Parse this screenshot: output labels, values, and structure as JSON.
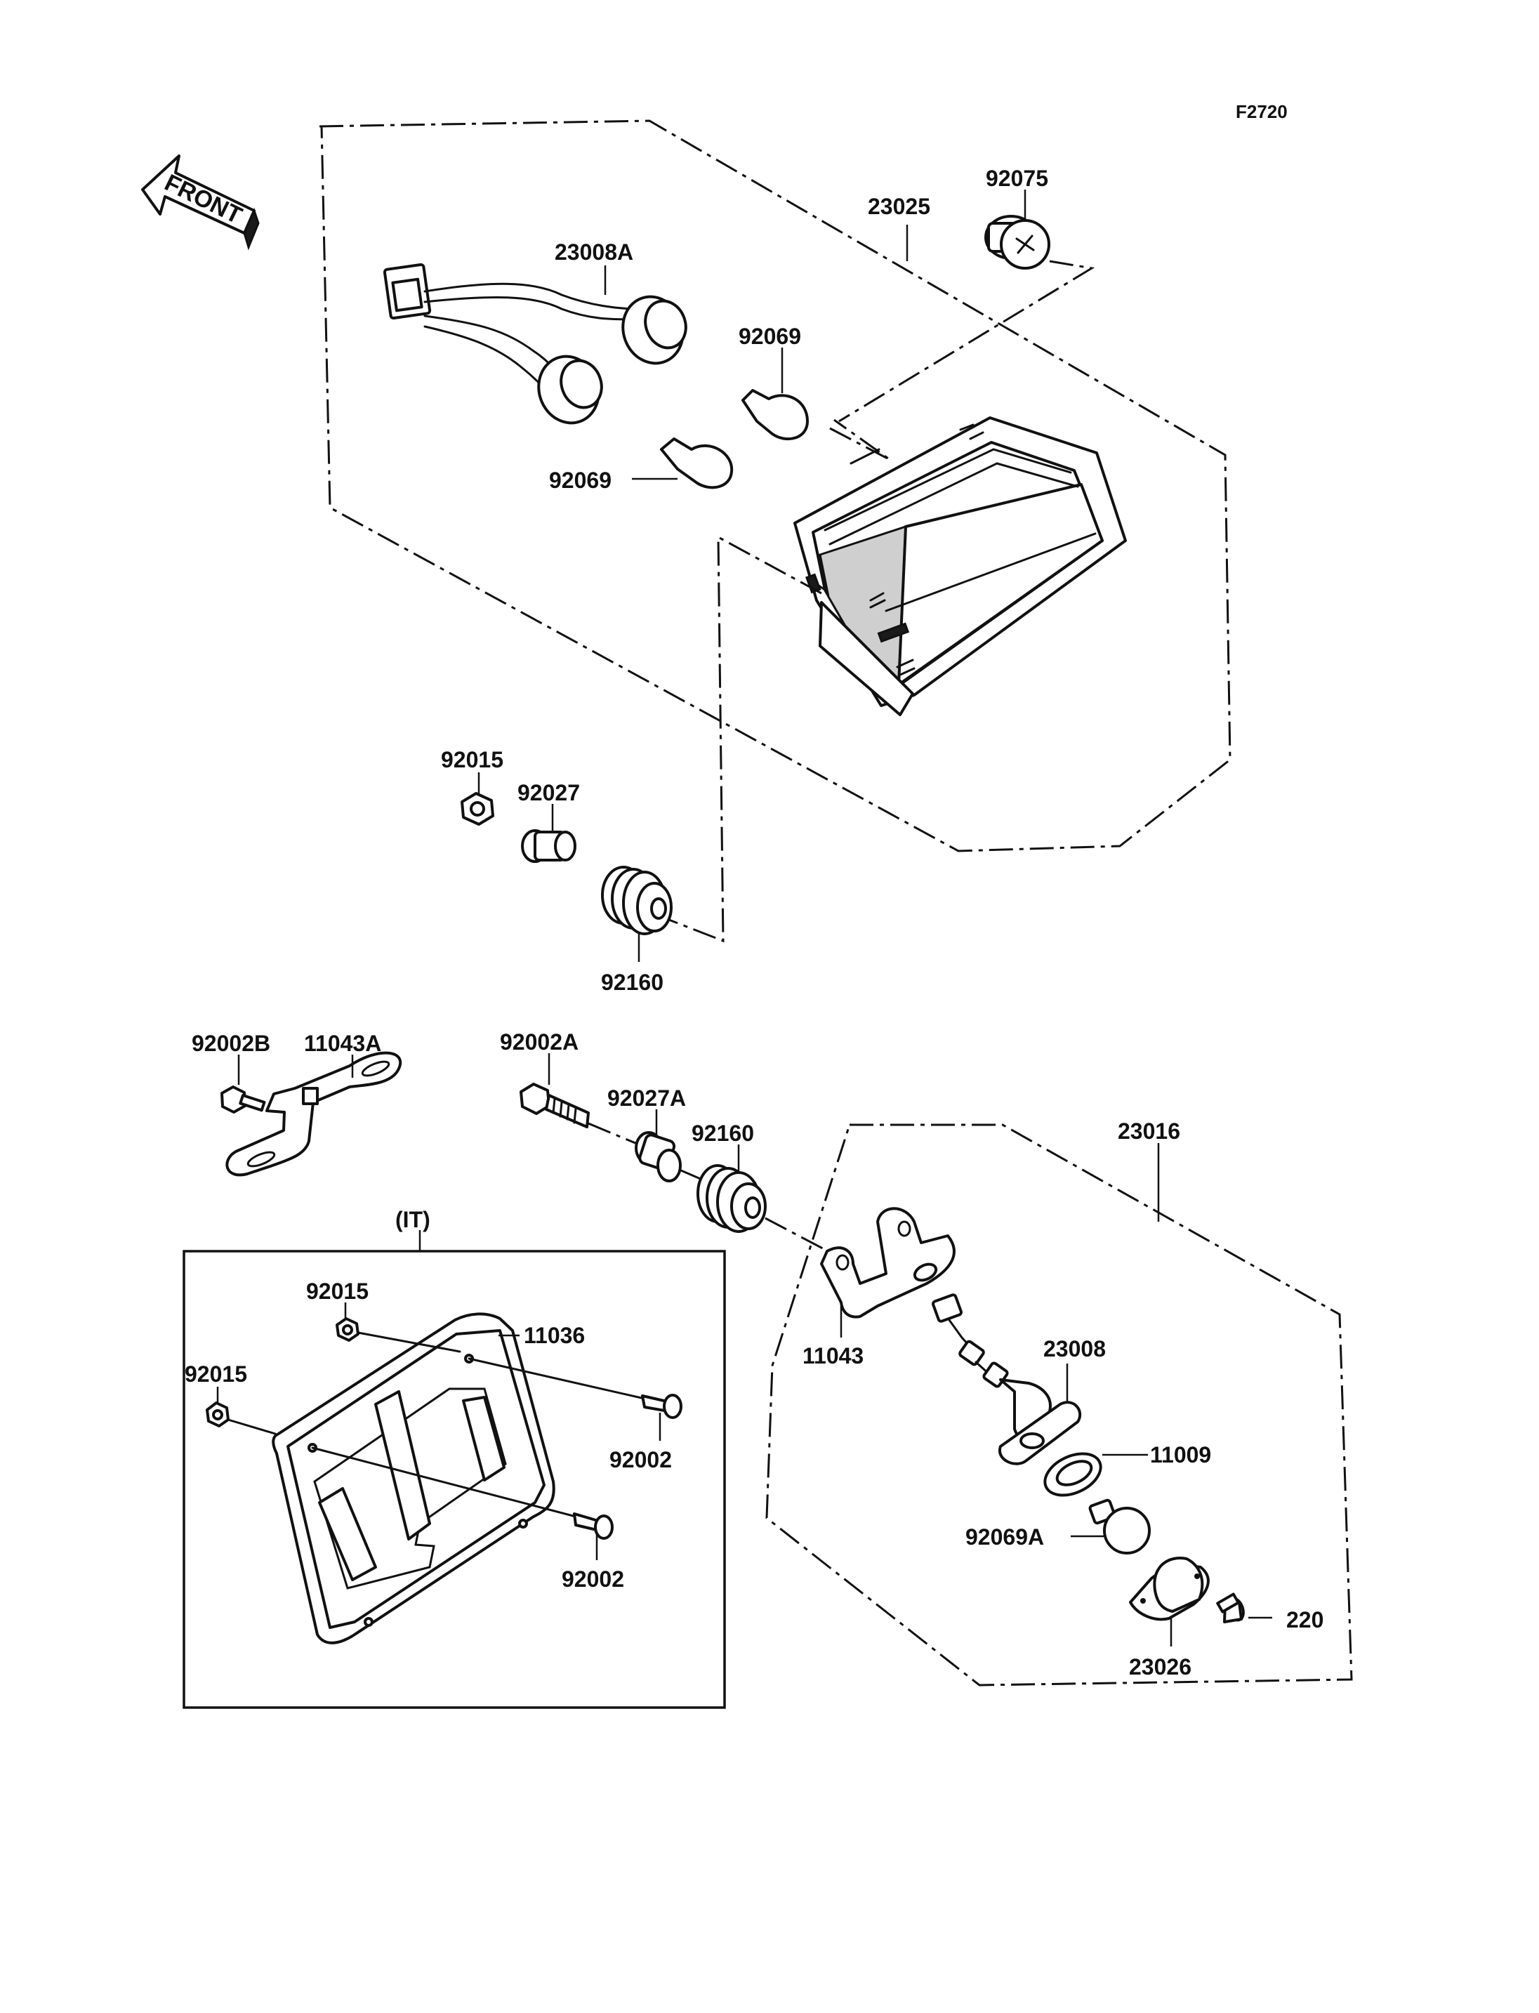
{
  "diagram": {
    "code": "F2720",
    "front_label": "FRONT",
    "parts": [
      {
        "id": "p23025",
        "label": "23025"
      },
      {
        "id": "p92075",
        "label": "92075"
      },
      {
        "id": "p23008A",
        "label": "23008A"
      },
      {
        "id": "p92069a",
        "label": "92069"
      },
      {
        "id": "p92069b",
        "label": "92069"
      },
      {
        "id": "p92015a",
        "label": "92015"
      },
      {
        "id": "p92027",
        "label": "92027"
      },
      {
        "id": "p92160a",
        "label": "92160"
      },
      {
        "id": "p92002B",
        "label": "92002B"
      },
      {
        "id": "p11043A",
        "label": "11043A"
      },
      {
        "id": "p92002A",
        "label": "92002A"
      },
      {
        "id": "p92027A",
        "label": "92027A"
      },
      {
        "id": "p92160b",
        "label": "92160"
      },
      {
        "id": "p23016",
        "label": "23016"
      },
      {
        "id": "pIT",
        "label": "(IT)"
      },
      {
        "id": "p92015b",
        "label": "92015"
      },
      {
        "id": "p11036",
        "label": "11036"
      },
      {
        "id": "p92015c",
        "label": "92015"
      },
      {
        "id": "p92002a",
        "label": "92002"
      },
      {
        "id": "p92002b",
        "label": "92002"
      },
      {
        "id": "p11043",
        "label": "11043"
      },
      {
        "id": "p23008",
        "label": "23008"
      },
      {
        "id": "p11009",
        "label": "11009"
      },
      {
        "id": "p92069A",
        "label": "92069A"
      },
      {
        "id": "p220",
        "label": "220"
      },
      {
        "id": "p23026",
        "label": "23026"
      }
    ]
  }
}
